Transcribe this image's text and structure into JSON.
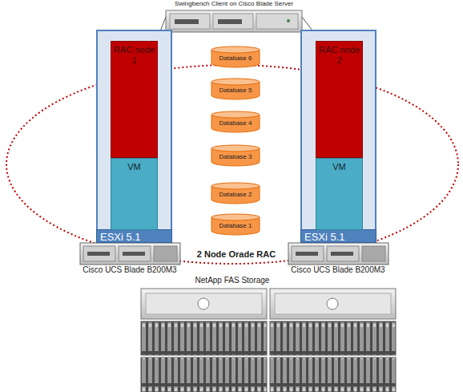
{
  "diagram": {
    "nodes": [
      {
        "text": [
          "Swingbench Client on Cisco Blade Server"
        ]
      },
      {
        "text": [
          "ESXi 5.1"
        ]
      },
      {
        "text": [
          "RAC node 1"
        ],
        "in": 1
      },
      {
        "text": [
          "VM"
        ],
        "in": 1
      },
      {
        "text": [
          "Database 6"
        ]
      },
      {
        "text": [
          "Database 5"
        ]
      },
      {
        "text": [
          "Database 4"
        ]
      },
      {
        "text": [
          "Database 3"
        ]
      },
      {
        "text": [
          "Database 2"
        ]
      },
      {
        "text": [
          "Database 1"
        ]
      },
      {
        "text": [
          "ESXi 5.1"
        ]
      },
      {
        "text": [
          "RAC node 2"
        ],
        "in": 10
      },
      {
        "text": [
          "VM"
        ],
        "in": 10
      }
    ],
    "edges": [
      {
        "from": 0,
        "to": 1,
        "arrow": "none"
      },
      {
        "from": 0,
        "to": 10,
        "arrow": "none"
      }
    ],
    "labels": [
      "2 Node Orade RAC",
      "Cisco UCS Blade B200M3",
      "Cisco UCS Blade B200M3",
      "NetApp FAS Storage"
    ]
  }
}
